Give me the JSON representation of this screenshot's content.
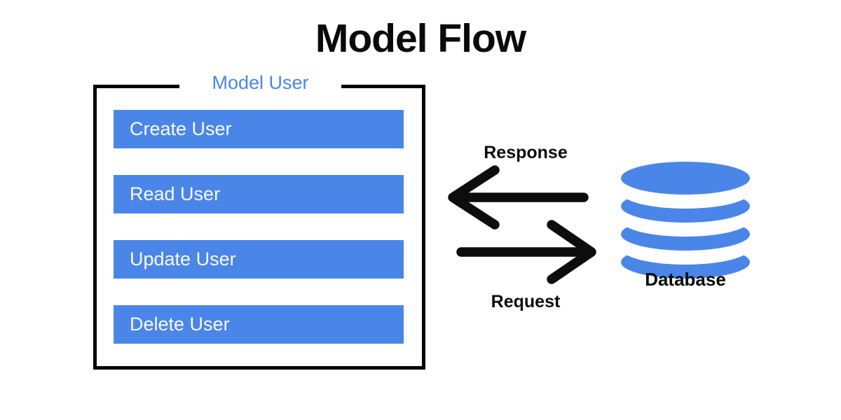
{
  "title": "Model Flow",
  "colors": {
    "accent_blue": "#4a86e8",
    "arrow_black": "#0d0d0d",
    "background": "#ffffff",
    "text_white": "#fafafa"
  },
  "model_box": {
    "tab_label": "Model User",
    "items": [
      {
        "label": "Create User"
      },
      {
        "label": "Read User"
      },
      {
        "label": "Update User"
      },
      {
        "label": "Delete User"
      }
    ]
  },
  "arrows": {
    "response_label": "Response",
    "request_label": "Request"
  },
  "database": {
    "label": "Database"
  }
}
